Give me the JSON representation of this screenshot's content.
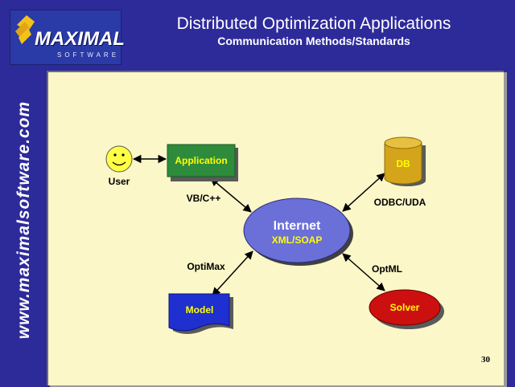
{
  "header": {
    "logo": {
      "word": "MAXIMAL",
      "sub": "SOFTWARE"
    },
    "title": "Distributed Optimization Applications",
    "subtitle": "Communication Methods/Standards"
  },
  "sidebar": {
    "website": "www.maximalsoftware.com"
  },
  "diagram": {
    "hub": {
      "title": "Internet",
      "subtitle": "XML/SOAP"
    },
    "nodes": {
      "user": "User",
      "application": "Application",
      "db": "DB",
      "model": "Model",
      "solver": "Solver"
    },
    "edge_labels": {
      "app_internet": "VB/C++",
      "db_internet": "ODBC/UDA",
      "model_internet": "OptiMax",
      "solver_internet": "OptML"
    },
    "colors": {
      "panel": "#fbf7c8",
      "application": "#2e8b3c",
      "db": "#d4a41a",
      "model": "#1f2fd0",
      "solver": "#cc1010",
      "hub": "#6b6fd8",
      "accent_text": "#ffff00"
    }
  },
  "footer": {
    "page_number": "30"
  }
}
